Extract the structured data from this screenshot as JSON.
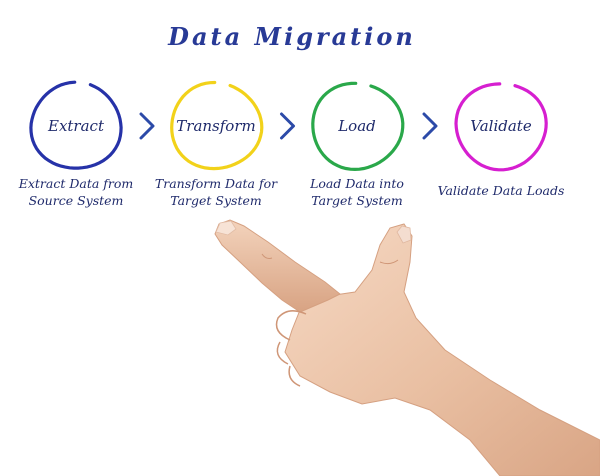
{
  "title": "Data Migration",
  "colors": {
    "title": "#283a96",
    "text": "#1f2a6b",
    "arrow": "#2c4aa8"
  },
  "steps": [
    {
      "label": "Extract",
      "desc": [
        "Extract Data from",
        "Source System"
      ],
      "color": "#2632a8"
    },
    {
      "label": "Transform",
      "desc": [
        "Transform Data for",
        "Target System"
      ],
      "color": "#f2d21a"
    },
    {
      "label": "Load",
      "desc": [
        "Load Data into",
        "Target System"
      ],
      "color": "#2aa84a"
    },
    {
      "label": "Validate",
      "desc": [
        "Validate Data Loads"
      ],
      "color": "#d61fd0"
    }
  ]
}
